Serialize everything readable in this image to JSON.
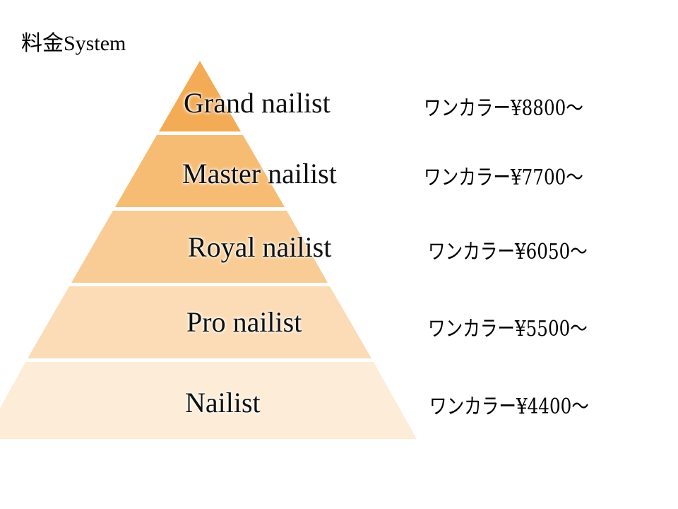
{
  "title": "料金System",
  "tiers": [
    {
      "name": "Grand nailist",
      "price": "ワンカラー¥8800～",
      "color": "#f3ab55"
    },
    {
      "name": "Master nailist",
      "price": "ワンカラー¥7700～",
      "color": "#f6bc74"
    },
    {
      "name": "Royal nailist",
      "price": "ワンカラー¥6050～",
      "color": "#f8cc94"
    },
    {
      "name": "Pro nailist",
      "price": "ワンカラー¥5500～",
      "color": "#fbdcb6"
    },
    {
      "name": "Nailist",
      "price": "ワンカラー¥4400～",
      "color": "#fdecd7"
    }
  ]
}
